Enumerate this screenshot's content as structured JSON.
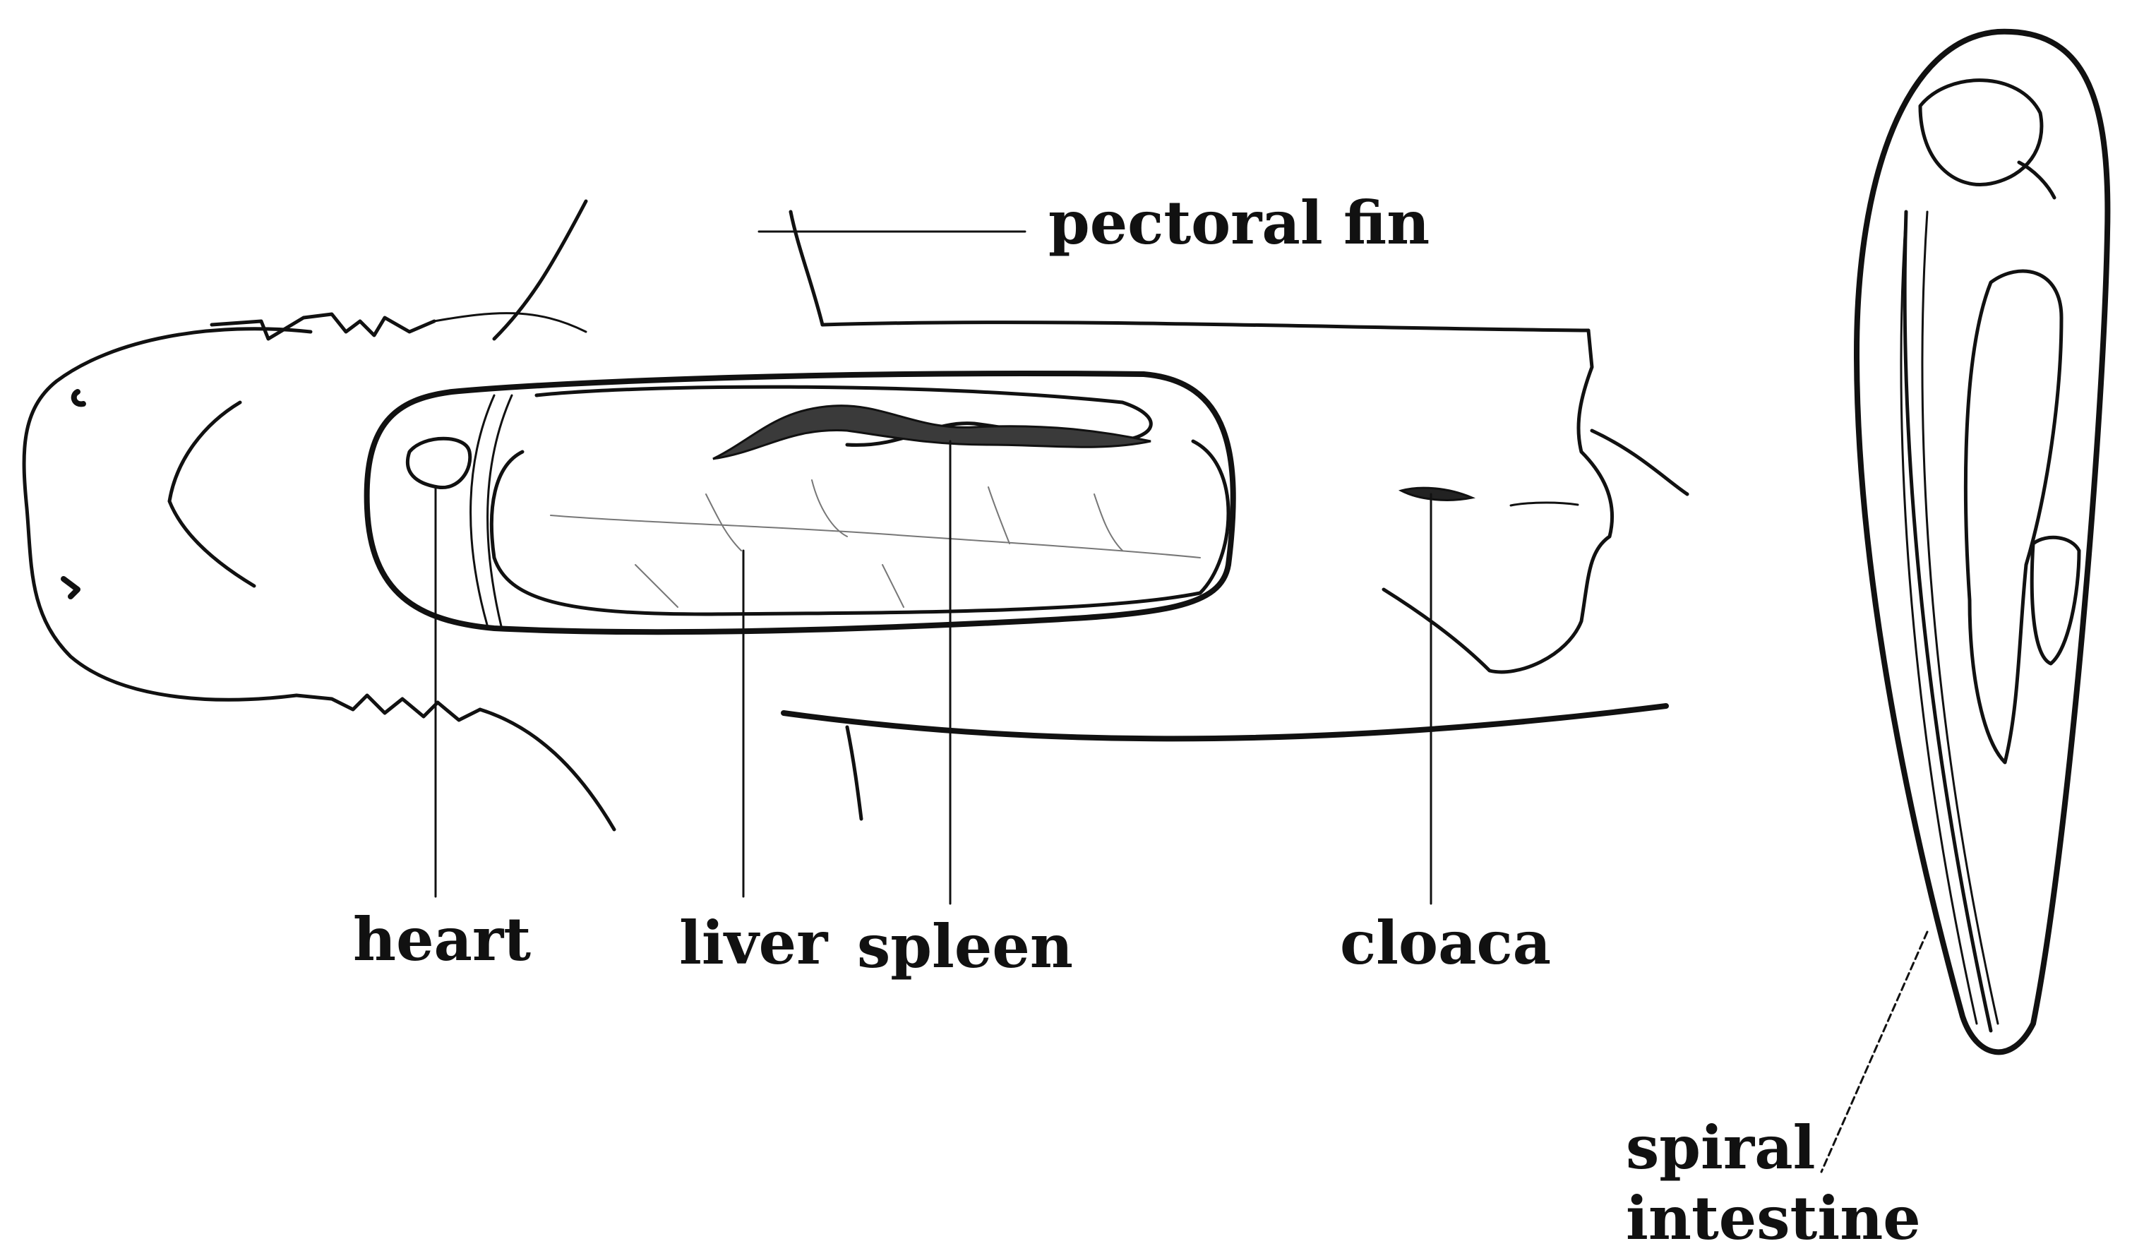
{
  "labels": {
    "pectoral_fin": "pectoral fin",
    "heart": "heart",
    "liver": "liver",
    "spleen": "spleen",
    "cloaca": "cloaca",
    "spiral_intestine_line1": "spiral",
    "spiral_intestine_line2": "intestine"
  },
  "colors": {
    "ink": "#111111",
    "background": "#ffffff",
    "dark_tissue": "#3a3a3a"
  }
}
